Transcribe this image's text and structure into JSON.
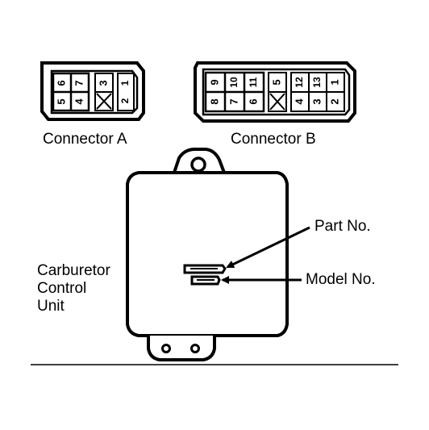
{
  "connector_a": {
    "label": "Connector A",
    "pins": [
      "6",
      "5",
      "7",
      "4",
      "3",
      "1",
      "2"
    ]
  },
  "connector_b": {
    "label": "Connector B",
    "pins": [
      "9",
      "8",
      "10",
      "7",
      "11",
      "6",
      "5",
      "12",
      "4",
      "13",
      "3",
      "1",
      "2"
    ]
  },
  "unit": {
    "name_lines": [
      "Carburetor",
      "Control",
      "Unit"
    ]
  },
  "callouts": {
    "part_no": "Part No.",
    "model_no": "Model No."
  }
}
